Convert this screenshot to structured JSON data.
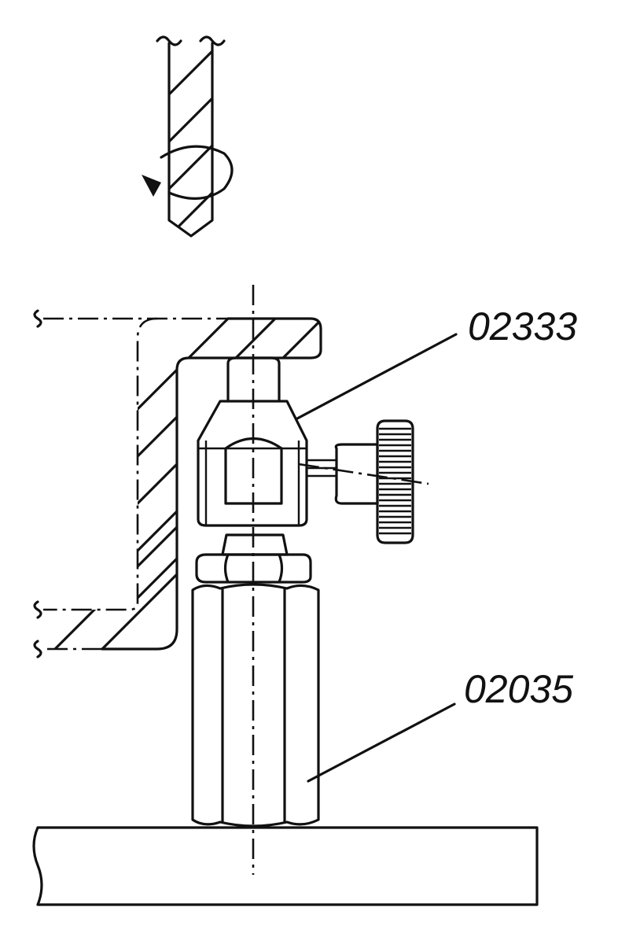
{
  "labels": {
    "clamp_part_number": "02333",
    "standoff_part_number": "02035"
  },
  "icons": [
    "drill-icon",
    "rotation-arrow-icon",
    "workpiece-outline",
    "clamp-icon",
    "knurled-knob-icon",
    "hex-standoff-icon",
    "base-plate-icon"
  ]
}
